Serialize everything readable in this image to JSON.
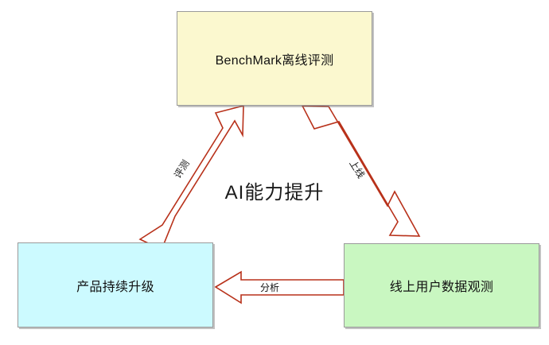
{
  "diagram": {
    "title_center": "AI能力提升",
    "background_color": "#ffffff",
    "arrow_color": "#b8311a",
    "arrow_fill": "#ffffff",
    "nodes": [
      {
        "id": "benchmark",
        "label": "BenchMark离线评测",
        "fill_color": "#fbf8cf",
        "border_color": "#9a9a9a"
      },
      {
        "id": "product",
        "label": "产品持续升级",
        "fill_color": "#ccfaff",
        "border_color": "#9a9a9a"
      },
      {
        "id": "online",
        "label": "线上用户数据观测",
        "fill_color": "#c9f7c1",
        "border_color": "#9a9a9a"
      }
    ],
    "edges": [
      {
        "id": "evaluate",
        "label": "评测",
        "from": "product",
        "to": "benchmark"
      },
      {
        "id": "launch",
        "label": "上线",
        "from": "benchmark",
        "to": "online"
      },
      {
        "id": "analyze",
        "label": "分析",
        "from": "online",
        "to": "product"
      }
    ]
  }
}
